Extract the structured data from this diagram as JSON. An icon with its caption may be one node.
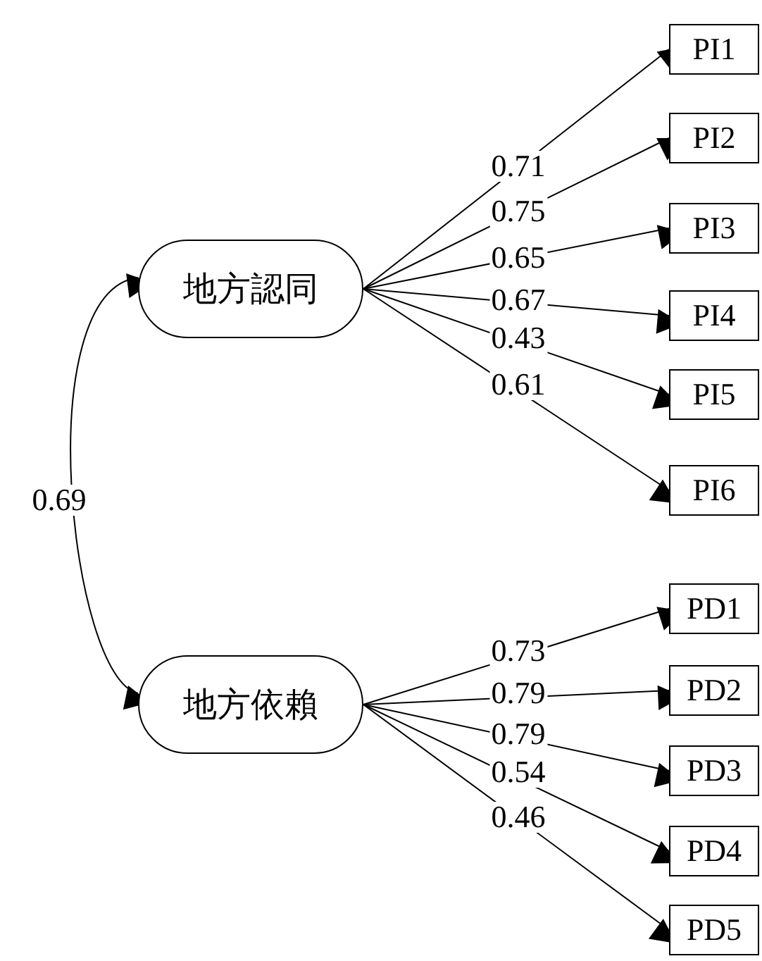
{
  "diagram": {
    "nodes": [
      {
        "text": [
          "地方認同"
        ]
      },
      {
        "text": [
          "地方依賴"
        ]
      },
      {
        "text": [
          "PI1"
        ]
      },
      {
        "text": [
          "PI2"
        ]
      },
      {
        "text": [
          "PI3"
        ]
      },
      {
        "text": [
          "PI4"
        ]
      },
      {
        "text": [
          "PI5"
        ]
      },
      {
        "text": [
          "PI6"
        ]
      },
      {
        "text": [
          "PD1"
        ]
      },
      {
        "text": [
          "PD2"
        ]
      },
      {
        "text": [
          "PD3"
        ]
      },
      {
        "text": [
          "PD4"
        ]
      },
      {
        "text": [
          "PD5"
        ]
      }
    ],
    "edges": [
      {
        "from": 0,
        "to": 1,
        "arrow": "both",
        "label": "0.69"
      },
      {
        "from": 0,
        "to": 2,
        "arrow": "to",
        "label": "0.71"
      },
      {
        "from": 0,
        "to": 3,
        "arrow": "to",
        "label": "0.75"
      },
      {
        "from": 0,
        "to": 4,
        "arrow": "to",
        "label": "0.65"
      },
      {
        "from": 0,
        "to": 5,
        "arrow": "to",
        "label": "0.67"
      },
      {
        "from": 0,
        "to": 6,
        "arrow": "to",
        "label": "0.43"
      },
      {
        "from": 0,
        "to": 7,
        "arrow": "to",
        "label": "0.61"
      },
      {
        "from": 1,
        "to": 8,
        "arrow": "to",
        "label": "0.73"
      },
      {
        "from": 1,
        "to": 9,
        "arrow": "to",
        "label": "0.79"
      },
      {
        "from": 1,
        "to": 10,
        "arrow": "to",
        "label": "0.79"
      },
      {
        "from": 1,
        "to": 11,
        "arrow": "to",
        "label": "0.54"
      },
      {
        "from": 1,
        "to": 12,
        "arrow": "to",
        "label": "0.46"
      }
    ]
  }
}
